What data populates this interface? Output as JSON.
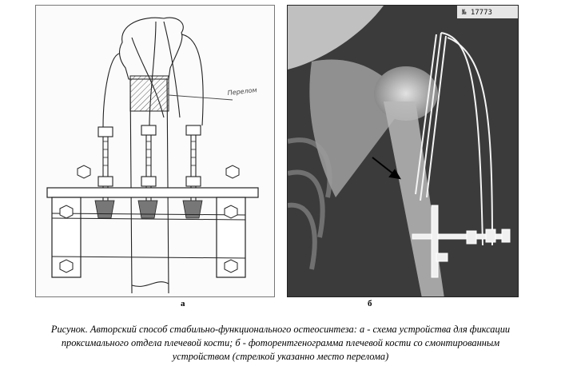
{
  "figure": {
    "panel_a": {
      "label": "а",
      "drawing_annotation": "Перелом"
    },
    "panel_b": {
      "label": "б",
      "film_marking": "№ 17773"
    },
    "caption_lines": [
      "Рисунок. Авторский способ стабильно-функционального остеосинтеза:  а - схема устройства для фиксации",
      "проксимального отдела плечевой кости; б - фоторентгенограмма плечевой кости со смонтированным",
      "устройством (стрелкой указанно место перелома)"
    ]
  }
}
